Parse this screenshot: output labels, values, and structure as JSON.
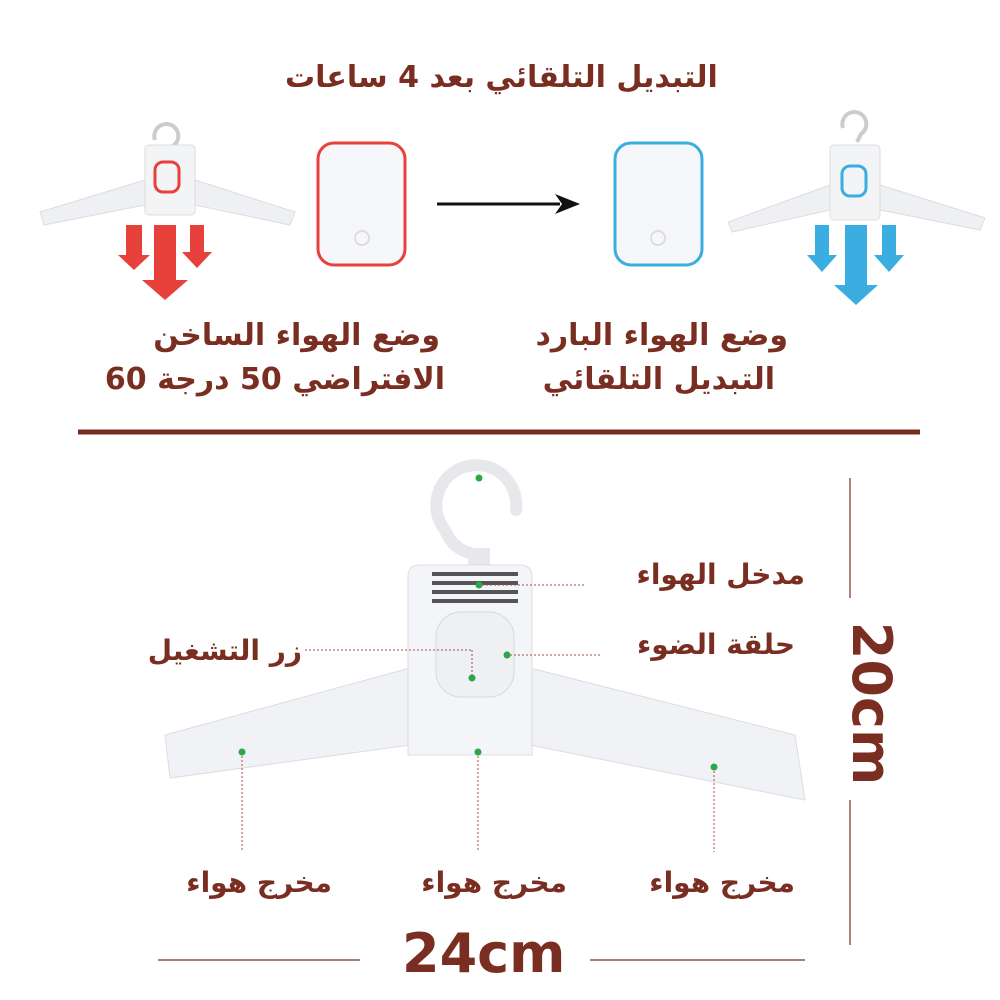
{
  "title": "التبديل التلقائي بعد 4 ساعات",
  "hot_mode": {
    "line1": "وضع الهواء الساخن",
    "line2": "الافتراضي 50 درجة 60"
  },
  "cold_mode": {
    "line1": "وضع الهواء البارد",
    "line2": "التبديل التلقائي"
  },
  "labels": {
    "air_inlet": "مدخل الهواء",
    "light_ring": "حلقة الضوء",
    "power_button": "زر التشغيل",
    "air_outlet_left": "مخرج هواء",
    "air_outlet_center": "مخرج هواء",
    "air_outlet_right": "مخرج هواء"
  },
  "dimensions": {
    "height": "20cm",
    "width": "24cm"
  },
  "colors": {
    "text": "#7a2e22",
    "hot": "#e8403a",
    "cold": "#3aaee0",
    "dot": "#2aa84a"
  }
}
